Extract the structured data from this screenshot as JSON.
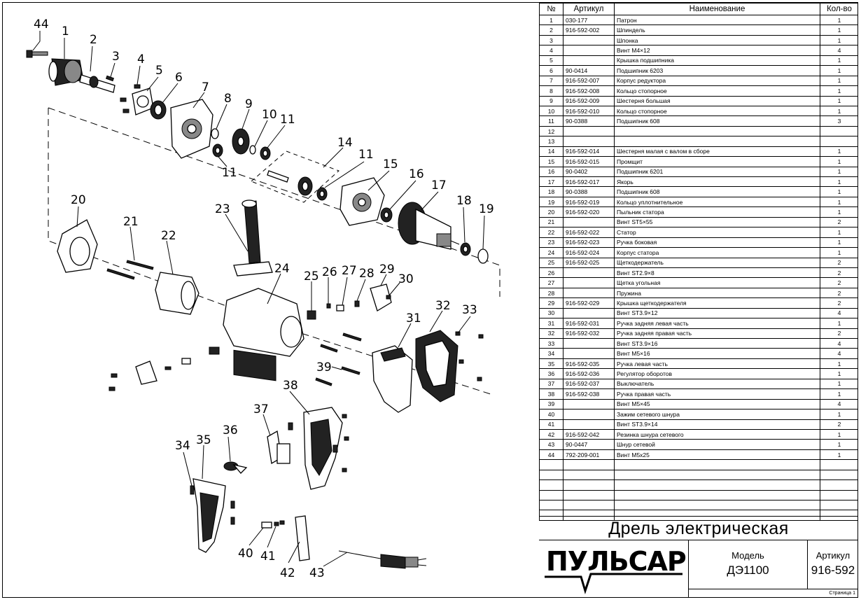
{
  "table": {
    "headers": {
      "no": "№",
      "article": "Артикул",
      "name": "Наименование",
      "qty": "Кол-во"
    },
    "rows": [
      {
        "no": "1",
        "article": "030-177",
        "name": "Патрон",
        "qty": "1"
      },
      {
        "no": "2",
        "article": "916-592-002",
        "name": "Шпиндель",
        "qty": "1"
      },
      {
        "no": "3",
        "article": "",
        "name": "Шпонка",
        "qty": "1"
      },
      {
        "no": "4",
        "article": "",
        "name": "Винт М4×12",
        "qty": "4"
      },
      {
        "no": "5",
        "article": "",
        "name": "Крышка подшипника",
        "qty": "1"
      },
      {
        "no": "6",
        "article": "90-0414",
        "name": "Подшипник 6203",
        "qty": "1"
      },
      {
        "no": "7",
        "article": "916-592-007",
        "name": "Корпус редуктора",
        "qty": "1"
      },
      {
        "no": "8",
        "article": "916-592-008",
        "name": "Кольцо стопорное",
        "qty": "1"
      },
      {
        "no": "9",
        "article": "916-592-009",
        "name": "Шестерня большая",
        "qty": "1"
      },
      {
        "no": "10",
        "article": "916-592-010",
        "name": "Кольцо стопорное",
        "qty": "1"
      },
      {
        "no": "11",
        "article": "90-0388",
        "name": "Подшипник  608",
        "qty": "3"
      },
      {
        "no": "12",
        "article": "",
        "name": "",
        "qty": ""
      },
      {
        "no": "13",
        "article": "",
        "name": "",
        "qty": ""
      },
      {
        "no": "14",
        "article": "916-592-014",
        "name": "Шестерня малая с валом в сборе",
        "qty": "1"
      },
      {
        "no": "15",
        "article": "916-592-015",
        "name": "Промщит",
        "qty": "1"
      },
      {
        "no": "16",
        "article": "90-0402",
        "name": "Подшипник 6201",
        "qty": "1"
      },
      {
        "no": "17",
        "article": "916-592-017",
        "name": "Якорь",
        "qty": "1"
      },
      {
        "no": "18",
        "article": "90-0388",
        "name": "Подшипник  608",
        "qty": "1"
      },
      {
        "no": "19",
        "article": "916-592-019",
        "name": "Кольцо уплотнительное",
        "qty": "1"
      },
      {
        "no": "20",
        "article": "916-592-020",
        "name": "Пыльник статора",
        "qty": "1"
      },
      {
        "no": "21",
        "article": "",
        "name": "Винт ST5×55",
        "qty": "2"
      },
      {
        "no": "22",
        "article": "916-592-022",
        "name": "Статор",
        "qty": "1"
      },
      {
        "no": "23",
        "article": "916-592-023",
        "name": "Ручка боковая",
        "qty": "1"
      },
      {
        "no": "24",
        "article": "916-592-024",
        "name": "Корпус статора",
        "qty": "1"
      },
      {
        "no": "25",
        "article": "916-592-025",
        "name": "Щеткодержатель",
        "qty": "2"
      },
      {
        "no": "26",
        "article": "",
        "name": "Винт ST2.9×8",
        "qty": "2"
      },
      {
        "no": "27",
        "article": "",
        "name": "Щетка угольная",
        "qty": "2"
      },
      {
        "no": "28",
        "article": "",
        "name": "Пружина",
        "qty": "2"
      },
      {
        "no": "29",
        "article": "916-592-029",
        "name": "Крышка щеткодержателя",
        "qty": "2"
      },
      {
        "no": "30",
        "article": "",
        "name": "Винт ST3.9×12",
        "qty": "4"
      },
      {
        "no": "31",
        "article": "916-592-031",
        "name": "Ручка задняя левая часть",
        "qty": "1"
      },
      {
        "no": "32",
        "article": "916-592-032",
        "name": "Ручка задняя правая часть",
        "qty": "2"
      },
      {
        "no": "33",
        "article": "",
        "name": "Винт  ST3.9×16",
        "qty": "4"
      },
      {
        "no": "34",
        "article": "",
        "name": "Винт M5×16",
        "qty": "4"
      },
      {
        "no": "35",
        "article": "916-592-035",
        "name": "Ручка левая часть",
        "qty": "1"
      },
      {
        "no": "36",
        "article": "916-592-036",
        "name": "Регулятор оборотов",
        "qty": "1"
      },
      {
        "no": "37",
        "article": "916-592-037",
        "name": "Выключатель",
        "qty": "1"
      },
      {
        "no": "38",
        "article": "916-592-038",
        "name": "Ручка правая часть",
        "qty": "1"
      },
      {
        "no": "39",
        "article": "",
        "name": "Винт M5×45",
        "qty": "4"
      },
      {
        "no": "40",
        "article": "",
        "name": "Зажим сетевого шнура",
        "qty": "1"
      },
      {
        "no": "41",
        "article": "",
        "name": "Винт ST3.9×14",
        "qty": "2"
      },
      {
        "no": "42",
        "article": "916-592-042",
        "name": "Резинка шнура сетевого",
        "qty": "1"
      },
      {
        "no": "43",
        "article": "90-0447",
        "name": "Шнур сетевой",
        "qty": "1"
      },
      {
        "no": "44",
        "article": "792-209-001",
        "name": "Винт M5x25",
        "qty": "1"
      },
      {
        "no": "",
        "article": "",
        "name": "",
        "qty": ""
      },
      {
        "no": "",
        "article": "",
        "name": "",
        "qty": ""
      },
      {
        "no": "",
        "article": "",
        "name": "",
        "qty": ""
      },
      {
        "no": "",
        "article": "",
        "name": "",
        "qty": ""
      },
      {
        "no": "",
        "article": "",
        "name": "",
        "qty": ""
      },
      {
        "no": "",
        "article": "",
        "name": "",
        "qty": ""
      }
    ]
  },
  "title_block": {
    "title": "Дрель электрическая",
    "brand": "ПУЛЬСАР",
    "model_label": "Модель",
    "model_value": "ДЭ1100",
    "article_label": "Артикул",
    "article_value": "916-592",
    "page": "Страница 1"
  },
  "callouts": [
    {
      "id": "44",
      "label": "44"
    },
    {
      "id": "1",
      "label": "1"
    },
    {
      "id": "2",
      "label": "2"
    },
    {
      "id": "3",
      "label": "3"
    },
    {
      "id": "4",
      "label": "4"
    },
    {
      "id": "5",
      "label": "5"
    },
    {
      "id": "6",
      "label": "6"
    },
    {
      "id": "7",
      "label": "7"
    },
    {
      "id": "8",
      "label": "8"
    },
    {
      "id": "9",
      "label": "9"
    },
    {
      "id": "10",
      "label": "10"
    },
    {
      "id": "11a",
      "label": "11"
    },
    {
      "id": "11b",
      "label": "11"
    },
    {
      "id": "11c",
      "label": "11"
    },
    {
      "id": "14",
      "label": "14"
    },
    {
      "id": "15",
      "label": "15"
    },
    {
      "id": "16",
      "label": "16"
    },
    {
      "id": "17",
      "label": "17"
    },
    {
      "id": "18",
      "label": "18"
    },
    {
      "id": "19",
      "label": "19"
    },
    {
      "id": "20",
      "label": "20"
    },
    {
      "id": "21",
      "label": "21"
    },
    {
      "id": "22",
      "label": "22"
    },
    {
      "id": "23",
      "label": "23"
    },
    {
      "id": "24",
      "label": "24"
    },
    {
      "id": "25",
      "label": "25"
    },
    {
      "id": "26",
      "label": "26"
    },
    {
      "id": "27",
      "label": "27"
    },
    {
      "id": "28",
      "label": "28"
    },
    {
      "id": "29",
      "label": "29"
    },
    {
      "id": "30",
      "label": "30"
    },
    {
      "id": "31",
      "label": "31"
    },
    {
      "id": "32",
      "label": "32"
    },
    {
      "id": "33",
      "label": "33"
    },
    {
      "id": "34",
      "label": "34"
    },
    {
      "id": "35",
      "label": "35"
    },
    {
      "id": "36",
      "label": "36"
    },
    {
      "id": "37",
      "label": "37"
    },
    {
      "id": "38",
      "label": "38"
    },
    {
      "id": "39",
      "label": "39"
    },
    {
      "id": "40",
      "label": "40"
    },
    {
      "id": "41",
      "label": "41"
    },
    {
      "id": "42",
      "label": "42"
    },
    {
      "id": "43",
      "label": "43"
    }
  ]
}
